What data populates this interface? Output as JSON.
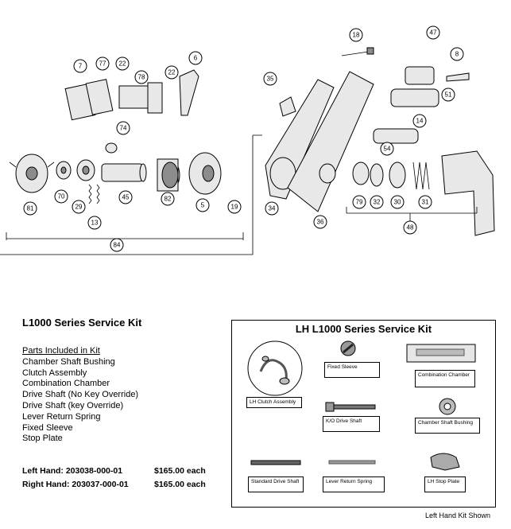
{
  "diagram": {
    "callouts": [
      "7",
      "77",
      "22",
      "78",
      "22",
      "6",
      "74",
      "81",
      "70",
      "29",
      "13",
      "45",
      "82",
      "5",
      "19",
      "84",
      "18",
      "47",
      "8",
      "35",
      "51",
      "14",
      "54",
      "34",
      "36",
      "79",
      "32",
      "30",
      "31",
      "48"
    ]
  },
  "kit_info": {
    "title": "L1000 Series Service Kit",
    "parts_heading": "Parts Included in Kit",
    "parts": [
      "Chamber Shaft Bushing",
      "Clutch Assembly",
      "Combination Chamber",
      "Drive Shaft (No Key Override)",
      "Drive Shaft (key Override)",
      "Lever Return Spring",
      "Fixed Sleeve",
      "Stop Plate"
    ],
    "pricing": [
      {
        "label": "Left Hand: 203038-000-01",
        "price": "$165.00 each"
      },
      {
        "label": "Right Hand: 203037-000-01",
        "price": "$165.00 each"
      }
    ]
  },
  "kit_box": {
    "title": "LH L1000 Series Service Kit",
    "items": [
      "Fixed Sleeve",
      "Combination Chamber",
      "LH Clutch Assembly",
      "K/O Drive Shaft",
      "Chamber Shaft Bushing",
      "Standard Drive Shaft",
      "Lever Return Spring",
      "LH Stop Plate"
    ]
  },
  "footer_note": "Left Hand Kit Shown"
}
